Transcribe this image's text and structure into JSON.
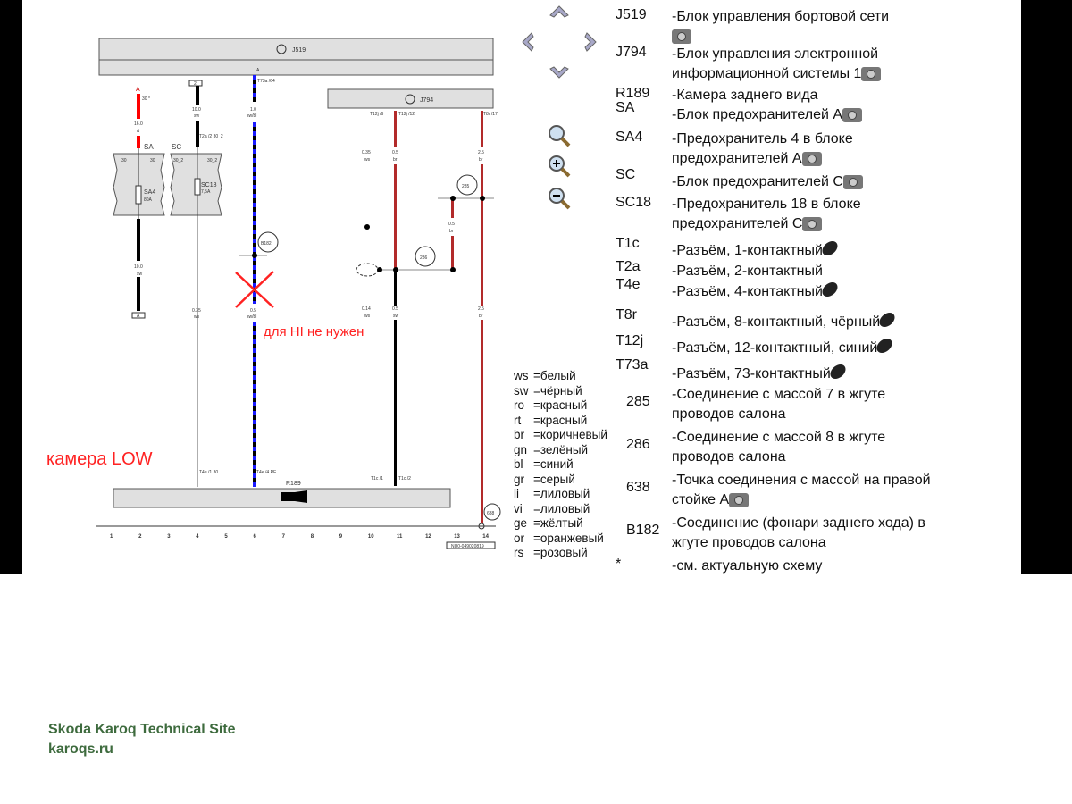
{
  "diagram": {
    "j519": "J519",
    "j794": "J794",
    "r189": "R189",
    "pin_a": "A",
    "ref_2": "2",
    "ref_a": "A",
    "fuse_sa": "SA",
    "fuse_sc": "SC",
    "sa4": "SA4",
    "sa4_rating": "80A",
    "sc18": "SC18",
    "sc18_rating": "7,5A",
    "pin30": "30",
    "pin30_2": "30_2",
    "w1_top": "16.0",
    "w1_top_c": "rt",
    "w1_star": "30 *",
    "w1_bot": "10.0",
    "w1_bot_c": "sw",
    "w2_top": "10.0",
    "w2_top_c": "sw",
    "w2_conn": "T2a /2 30_2",
    "w2_bot": "0.35",
    "w2_bot_c": "ws",
    "w3_conn": "T73a /64",
    "w3_top": "1.0",
    "w3_top_c": "sw/bl",
    "w3_bot": "0.5",
    "w3_bot_c": "sw/bl",
    "w4_conn": "T12j /6",
    "w4_top": "0.35",
    "w4_top_c": "ws",
    "w4_bot": "0.14",
    "w4_bot_c": "ws",
    "w5_conn": "T12j /12",
    "w5_top": "0.5",
    "w5_top_c": "br",
    "w5_bot": "0.5",
    "w5_bot_c": "sw",
    "w6_conn": "T8r /17",
    "w6_top": "2.5",
    "w6_top_c": "br",
    "w6_bot": "2.5",
    "w6_bot_c": "br",
    "w7": "0.5",
    "w7_c": "br",
    "node_b182": "B182",
    "node_285": "285",
    "node_286": "286",
    "node_638": "638",
    "r_pin1": "T4e /1 30",
    "r_pin2": "T4e /4 RF",
    "r_pin3": "T1c /1",
    "r_pin4": "T1c /2",
    "columns": [
      "1",
      "2",
      "3",
      "4",
      "5",
      "6",
      "7",
      "8",
      "9",
      "10",
      "11",
      "12",
      "13",
      "14"
    ],
    "doc_id": "NU0-049020819",
    "note_hi": "для HI не нужен",
    "note_low": "камера LOW"
  },
  "colors_legend": [
    {
      "k": "ws",
      "v": "=белый"
    },
    {
      "k": "sw",
      "v": "=чёрный"
    },
    {
      "k": "ro",
      "v": "=красный"
    },
    {
      "k": "rt",
      "v": "=красный"
    },
    {
      "k": "br",
      "v": "=коричневый"
    },
    {
      "k": "gn",
      "v": "=зелёный"
    },
    {
      "k": "bl",
      "v": "=синий"
    },
    {
      "k": "gr",
      "v": "=серый"
    },
    {
      "k": "li",
      "v": "=лиловый"
    },
    {
      "k": "vi",
      "v": "=лиловый"
    },
    {
      "k": "ge",
      "v": "=жёлтый"
    },
    {
      "k": "or",
      "v": "=оранжевый"
    },
    {
      "k": "rs",
      "v": "=розовый"
    }
  ],
  "components": [
    {
      "code": "J519",
      "desc": "-Блок управления бортовой сети"
    },
    {
      "code": "J794",
      "desc": "-Блок управления электронной информационной системы 1"
    },
    {
      "code": "R189",
      "desc": "-Камера заднего вида"
    },
    {
      "code": "SA",
      "desc": "-Блок предохранителей A"
    },
    {
      "code": "SA4",
      "desc": "-Предохранитель 4 в блоке предохранителей A"
    },
    {
      "code": "SC",
      "desc": "-Блок предохранителей C"
    },
    {
      "code": "SC18",
      "desc": "-Предохранитель 18 в блоке предохранителей C"
    },
    {
      "code": "T1c",
      "desc": "-Разъём, 1-контактный"
    },
    {
      "code": "T2a",
      "desc": "-Разъём, 2-контактный"
    },
    {
      "code": "T4e",
      "desc": "-Разъём, 4-контактный"
    },
    {
      "code": "T8r",
      "desc": "-Разъём, 8-контактный, чёрный"
    },
    {
      "code": "T12j",
      "desc": "-Разъём, 12-контактный, синий"
    },
    {
      "code": "T73a",
      "desc": "-Разъём, 73-контактный"
    },
    {
      "code": "285",
      "desc": "-Соединение с массой 7 в жгуте проводов салона"
    },
    {
      "code": "286",
      "desc": "-Соединение с массой 8 в жгуте проводов салона"
    },
    {
      "code": "638",
      "desc": "-Точка соединения с массой на правой стойке A"
    },
    {
      "code": "B182",
      "desc": "-Соединение (фонари заднего хода) в жгуте проводов салона"
    },
    {
      "code": "*",
      "desc": "-см. актуальную схему"
    }
  ],
  "footer": {
    "title": "Skoda Karoq Technical Site",
    "site": "karoqs.ru"
  },
  "accent": {
    "red": "#ff2020",
    "wire_brown": "#b22a2a",
    "wire_blue": "#1a1aff"
  }
}
